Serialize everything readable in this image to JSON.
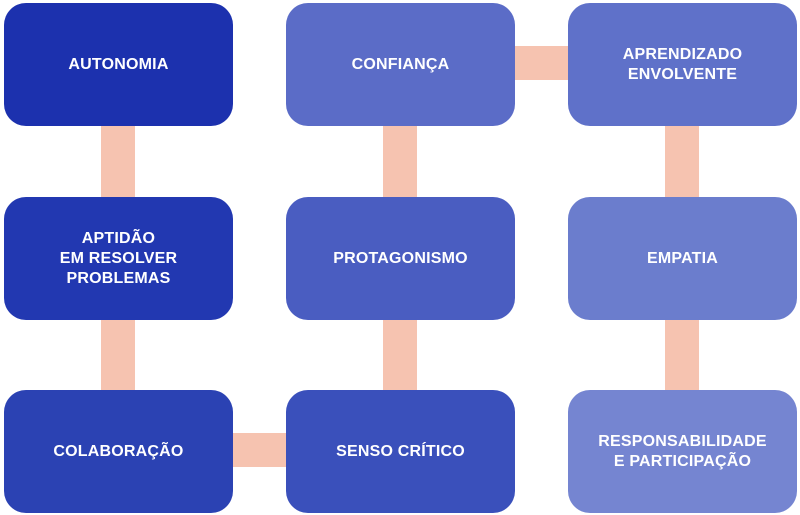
{
  "nodes": {
    "autonomia": {
      "label": "AUTONOMIA",
      "color": "#1c31ae"
    },
    "aptidao": {
      "label": "APTIDÃO\nEM RESOLVER\nPROBLEMAS",
      "color": "#2238b1"
    },
    "colaboracao": {
      "label": "COLABORAÇÃO",
      "color": "#2b42b3"
    },
    "senso_critico": {
      "label": "SENSO CRÍTICO",
      "color": "#3a50bb"
    },
    "protagonismo": {
      "label": "PROTAGONISMO",
      "color": "#4a5dc1"
    },
    "confianca": {
      "label": "CONFIANÇA",
      "color": "#5b6cc7"
    },
    "aprendizado": {
      "label": "APRENDIZADO\nENVOLVENTE",
      "color": "#5f71c9"
    },
    "empatia": {
      "label": "EMPATIA",
      "color": "#6b7dcd"
    },
    "responsabilidade": {
      "label": "RESPONSABILIDADE\nE PARTICIPAÇÃO",
      "color": "#7585d1"
    }
  },
  "connector_color": "#f6c3b0"
}
